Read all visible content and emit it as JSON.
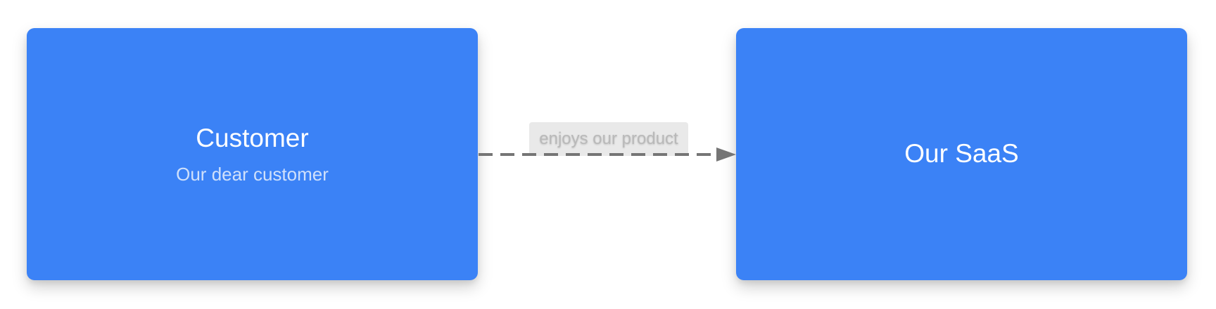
{
  "nodes": {
    "customer": {
      "title": "Customer",
      "subtitle": "Our dear customer",
      "color": "#3b82f6"
    },
    "saas": {
      "title": "Our SaaS",
      "color": "#3b82f6"
    }
  },
  "edge": {
    "label": "enjoys our product",
    "style": "dashed",
    "color": "#757575"
  }
}
